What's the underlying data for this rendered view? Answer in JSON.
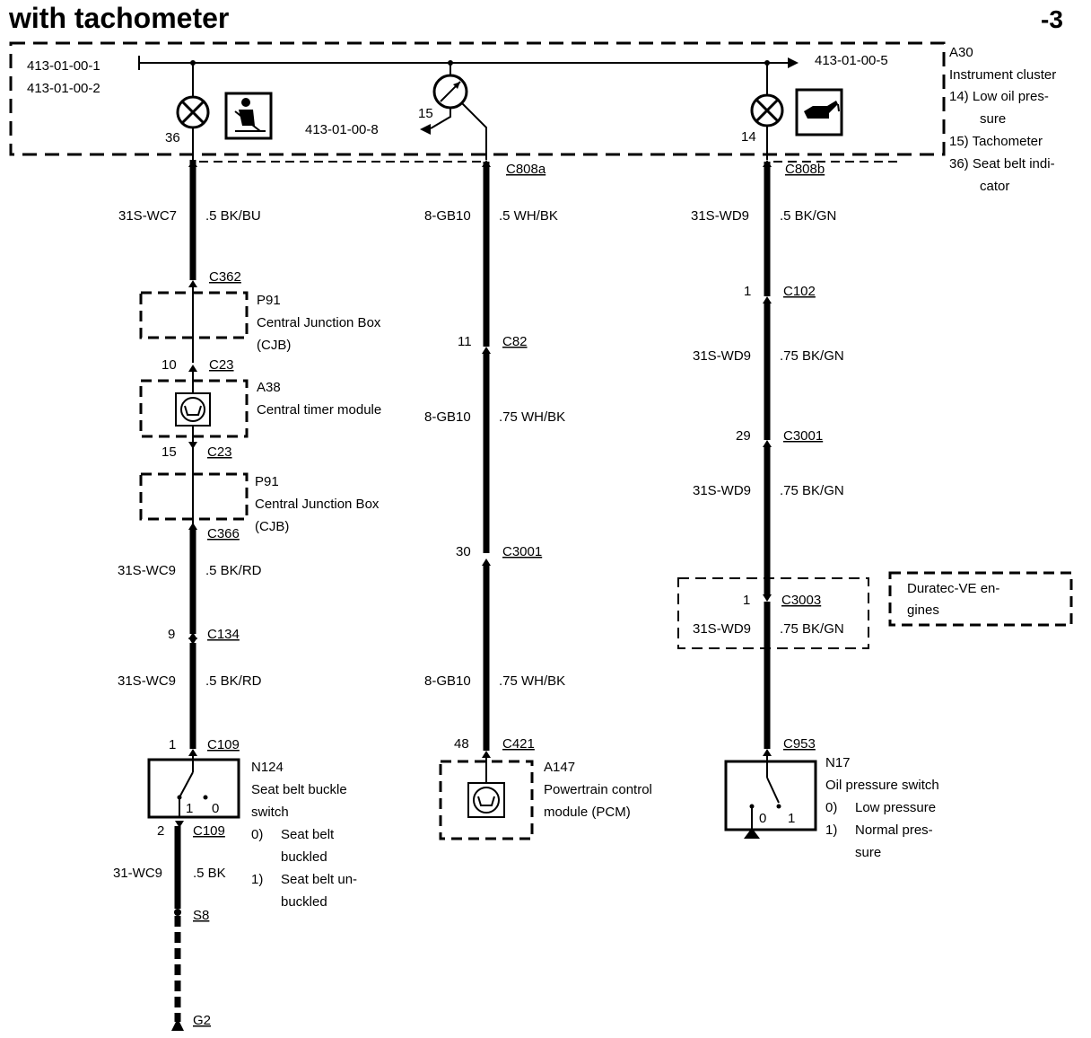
{
  "header": {
    "title": "with tachometer",
    "page": "-3"
  },
  "cluster": {
    "id": "A30",
    "lines": [
      "Instrument cluster",
      "14)  Low oil pres-",
      "sure",
      "15)  Tachometer",
      "36)  Seat belt indi-",
      "cator"
    ],
    "refs": {
      "left1": "413-01-00-1",
      "left2": "413-01-00-2",
      "right": "413-01-00-5",
      "mid": "413-01-00-8"
    },
    "pins": {
      "seatbelt": "36",
      "tacho": "15",
      "oil": "14"
    }
  },
  "left": {
    "wire1": {
      "code": "31S-WC7",
      "spec": ".5 BK/BU"
    },
    "c362": "C362",
    "p91a": {
      "id": "P91",
      "l1": "Central Junction Box",
      "l2": "(CJB)"
    },
    "c23a": {
      "pin": "10",
      "name": "C23"
    },
    "a38": {
      "id": "A38",
      "l1": "Central timer module"
    },
    "c23b": {
      "pin": "15",
      "name": "C23"
    },
    "p91b": {
      "id": "P91",
      "l1": "Central Junction Box",
      "l2": "(CJB)"
    },
    "c366": "C366",
    "wire2": {
      "code": "31S-WC9",
      "spec": ".5 BK/RD"
    },
    "c134": {
      "pin": "9",
      "name": "C134"
    },
    "wire3": {
      "code": "31S-WC9",
      "spec": ".5 BK/RD"
    },
    "c109a": {
      "pin": "1",
      "name": "C109"
    },
    "n124": {
      "id": "N124",
      "l1": "Seat belt buckle",
      "l2": "switch",
      "o0": "0)",
      "o0t1": "Seat belt",
      "o0t2": "buckled",
      "o1": "1)",
      "o1t1": "Seat belt un-",
      "o1t2": "buckled",
      "pos1": "1",
      "pos0": "0"
    },
    "c109b": {
      "pin": "2",
      "name": "C109"
    },
    "wire4": {
      "code": "31-WC9",
      "spec": ".5 BK"
    },
    "s8": "S8",
    "g2": "G2"
  },
  "middle": {
    "c808a": "C808a",
    "wire1": {
      "code": "8-GB10",
      "spec": ".5 WH/BK"
    },
    "c82": {
      "pin": "11",
      "name": "C82"
    },
    "wire2": {
      "code": "8-GB10",
      "spec": ".75 WH/BK"
    },
    "c3001": {
      "pin": "30",
      "name": "C3001"
    },
    "wire3": {
      "code": "8-GB10",
      "spec": ".75 WH/BK"
    },
    "c421": {
      "pin": "48",
      "name": "C421"
    },
    "a147": {
      "id": "A147",
      "l1": "Powertrain control",
      "l2": "module (PCM)"
    }
  },
  "right": {
    "c808b": "C808b",
    "wire1": {
      "code": "31S-WD9",
      "spec": ".5 BK/GN"
    },
    "c102": {
      "pin": "1",
      "name": "C102"
    },
    "wire2": {
      "code": "31S-WD9",
      "spec": ".75 BK/GN"
    },
    "c3001": {
      "pin": "29",
      "name": "C3001"
    },
    "wire3": {
      "code": "31S-WD9",
      "spec": ".75 BK/GN"
    },
    "c3003": {
      "pin": "1",
      "name": "C3003"
    },
    "wire4": {
      "code": "31S-WD9",
      "spec": ".75 BK/GN"
    },
    "duratec": {
      "l1": "Duratec-VE en-",
      "l2": "gines"
    },
    "c953": "C953",
    "n17": {
      "id": "N17",
      "l1": "Oil pressure switch",
      "o0": "0)",
      "o0t": "Low pressure",
      "o1": "1)",
      "o1t1": "Normal pres-",
      "o1t2": "sure",
      "pos0": "0",
      "pos1": "1"
    }
  }
}
